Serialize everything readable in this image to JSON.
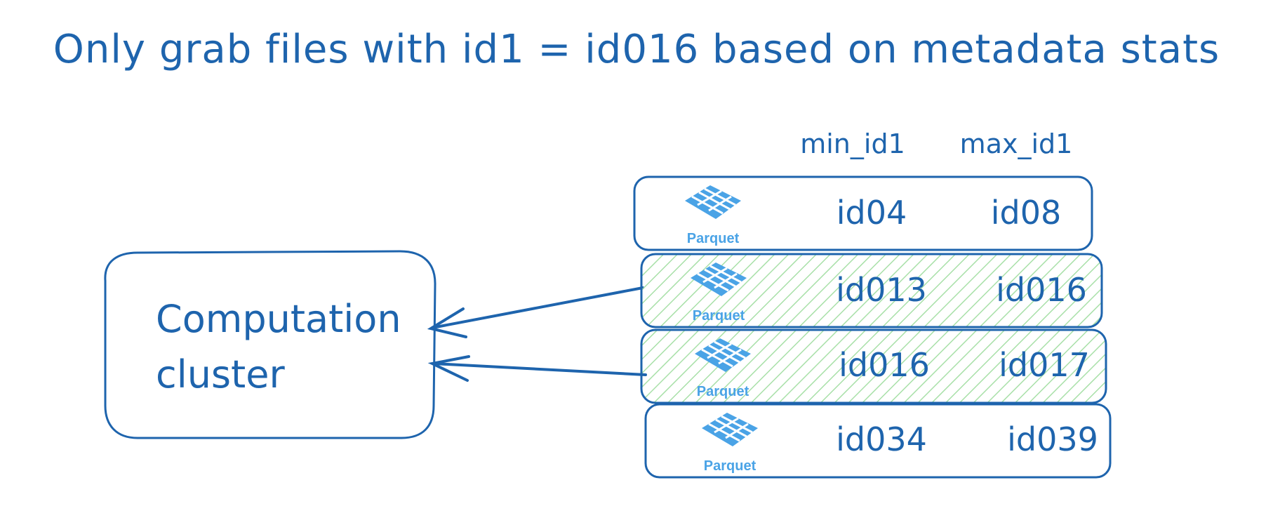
{
  "title": "Only grab files with id1 = id016 based on metadata stats",
  "columns": {
    "min": "min_id1",
    "max": "max_id1"
  },
  "cluster": {
    "line1": "Computation",
    "line2": "cluster"
  },
  "files": [
    {
      "logo_label": "Parquet",
      "min": "id04",
      "max": "id08",
      "selected": false
    },
    {
      "logo_label": "Parquet",
      "min": "id013",
      "max": "id016",
      "selected": true
    },
    {
      "logo_label": "Parquet",
      "min": "id016",
      "max": "id017",
      "selected": true
    },
    {
      "logo_label": "Parquet",
      "min": "id034",
      "max": "id039",
      "selected": false
    }
  ],
  "colors": {
    "ink": "#1e64ad",
    "highlight": "#a8e0a8",
    "parquet_logo": "#4aa3e6"
  },
  "icons": {
    "file_logo": "parquet-logo-icon",
    "arrow": "arrow-left-icon"
  }
}
